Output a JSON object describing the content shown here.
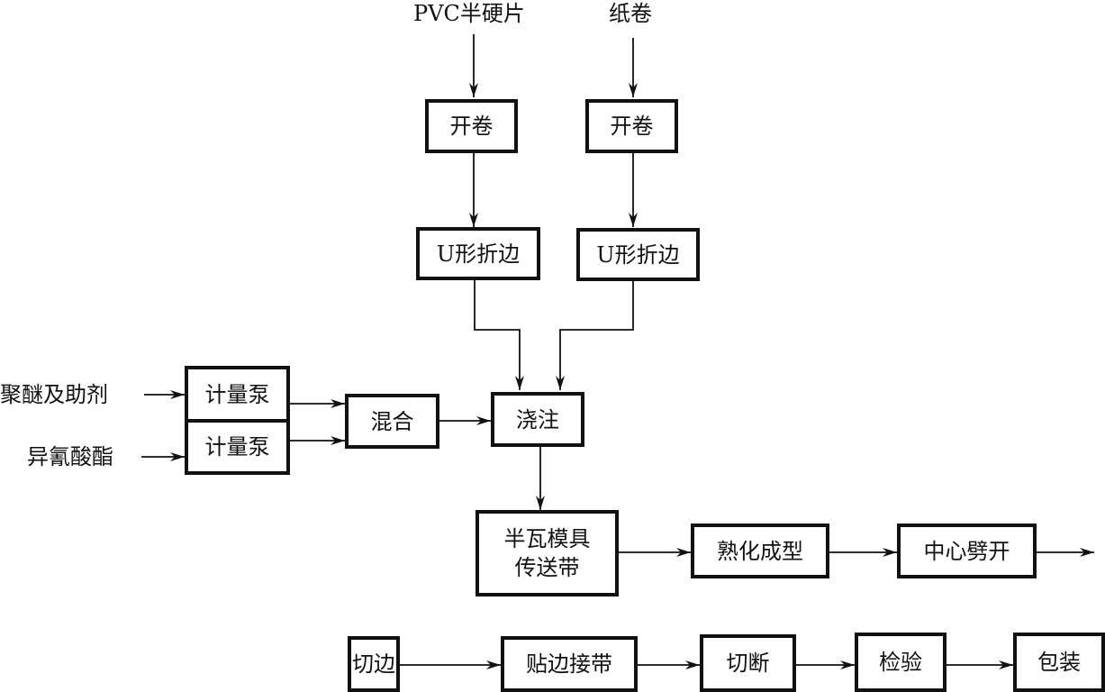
{
  "diagram": {
    "type": "process-flowchart",
    "inputs": {
      "pvc": "PVC半硬片",
      "paper": "纸卷",
      "polyether": "聚醚及助剂",
      "isocyanate": "异氰酸酯"
    },
    "steps": {
      "uncoil_pvc": "开卷",
      "uncoil_paper": "开卷",
      "ufold_pvc": "U形折边",
      "ufold_paper": "U形折边",
      "pump1": "计量泵",
      "pump2": "计量泵",
      "mixing": "混合",
      "pouring": "浇注",
      "conveyor_line1": "半瓦模具",
      "conveyor_line2": "传送带",
      "curing": "熟化成型",
      "center_split": "中心劈开",
      "trim": "切边",
      "edge_tape": "贴边接带",
      "cut": "切断",
      "inspect": "检验",
      "pack": "包装"
    },
    "edges": [
      [
        "pvc",
        "uncoil_pvc"
      ],
      [
        "uncoil_pvc",
        "ufold_pvc"
      ],
      [
        "ufold_pvc",
        "pouring"
      ],
      [
        "paper",
        "uncoil_paper"
      ],
      [
        "uncoil_paper",
        "ufold_paper"
      ],
      [
        "ufold_paper",
        "pouring"
      ],
      [
        "polyether",
        "pump1"
      ],
      [
        "isocyanate",
        "pump2"
      ],
      [
        "pump1",
        "mixing"
      ],
      [
        "pump2",
        "mixing"
      ],
      [
        "mixing",
        "pouring"
      ],
      [
        "pouring",
        "conveyor"
      ],
      [
        "conveyor",
        "curing"
      ],
      [
        "curing",
        "center_split"
      ],
      [
        "center_split",
        "trim"
      ],
      [
        "trim",
        "edge_tape"
      ],
      [
        "edge_tape",
        "cut"
      ],
      [
        "cut",
        "inspect"
      ],
      [
        "inspect",
        "pack"
      ]
    ]
  }
}
